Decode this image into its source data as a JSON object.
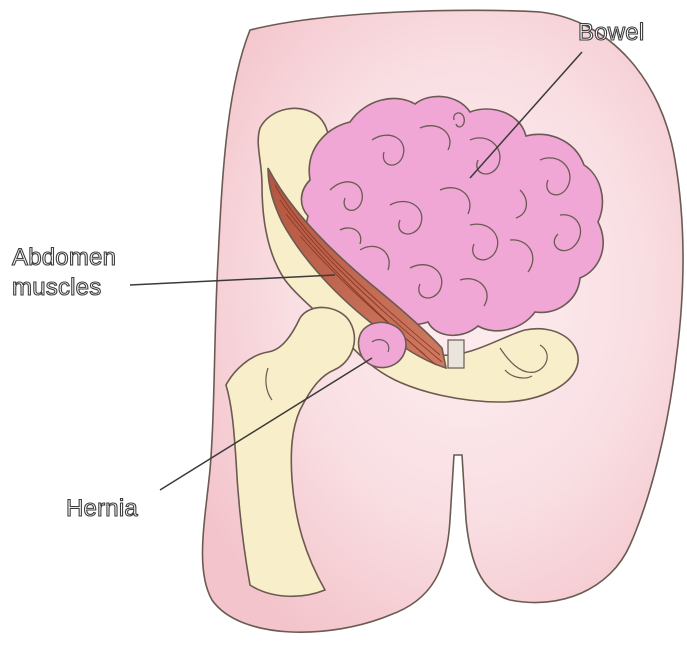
{
  "labels": {
    "bowel": "Bowel",
    "abdomen_line1": "Abdomen",
    "abdomen_line2": "muscles",
    "hernia": "Hernia"
  },
  "colors": {
    "skin_outer": "#fbe4e6",
    "skin_inner": "#f6c9cf",
    "bone": "#f8eec9",
    "bowel": "#f0a7d6",
    "muscle": "#c0604a",
    "outline": "#6b5a52"
  }
}
